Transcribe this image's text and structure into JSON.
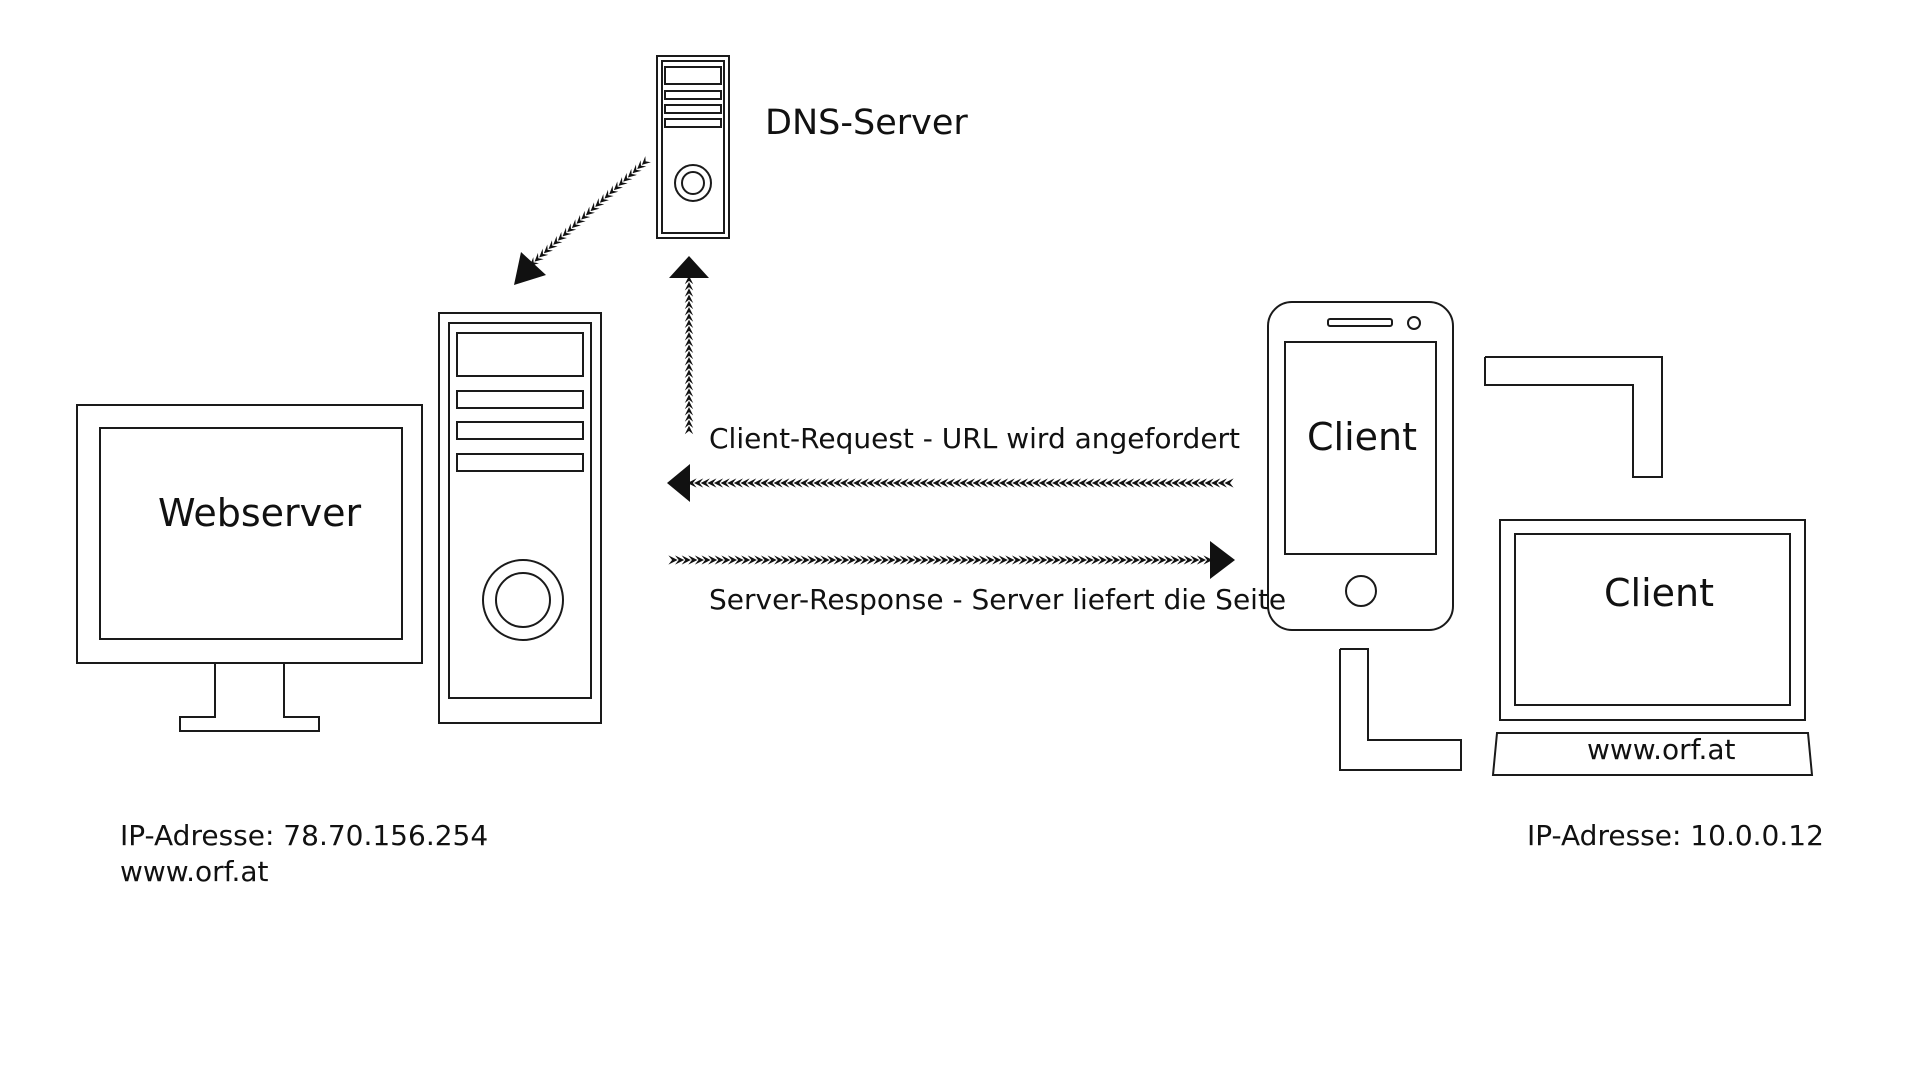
{
  "dns": {
    "label": "DNS-Server"
  },
  "webserver": {
    "label": "Webserver",
    "ip": "IP-Adresse: 78.70.156.254",
    "domain": "www.orf.at"
  },
  "flows": {
    "request": "Client-Request - URL wird angefordert",
    "response": "Server-Response - Server liefert die Seite"
  },
  "clients": {
    "phone_label": "Client",
    "laptop_label": "Client",
    "laptop_url": "www.orf.at",
    "ip": "IP-Adresse: 10.0.0.12"
  }
}
